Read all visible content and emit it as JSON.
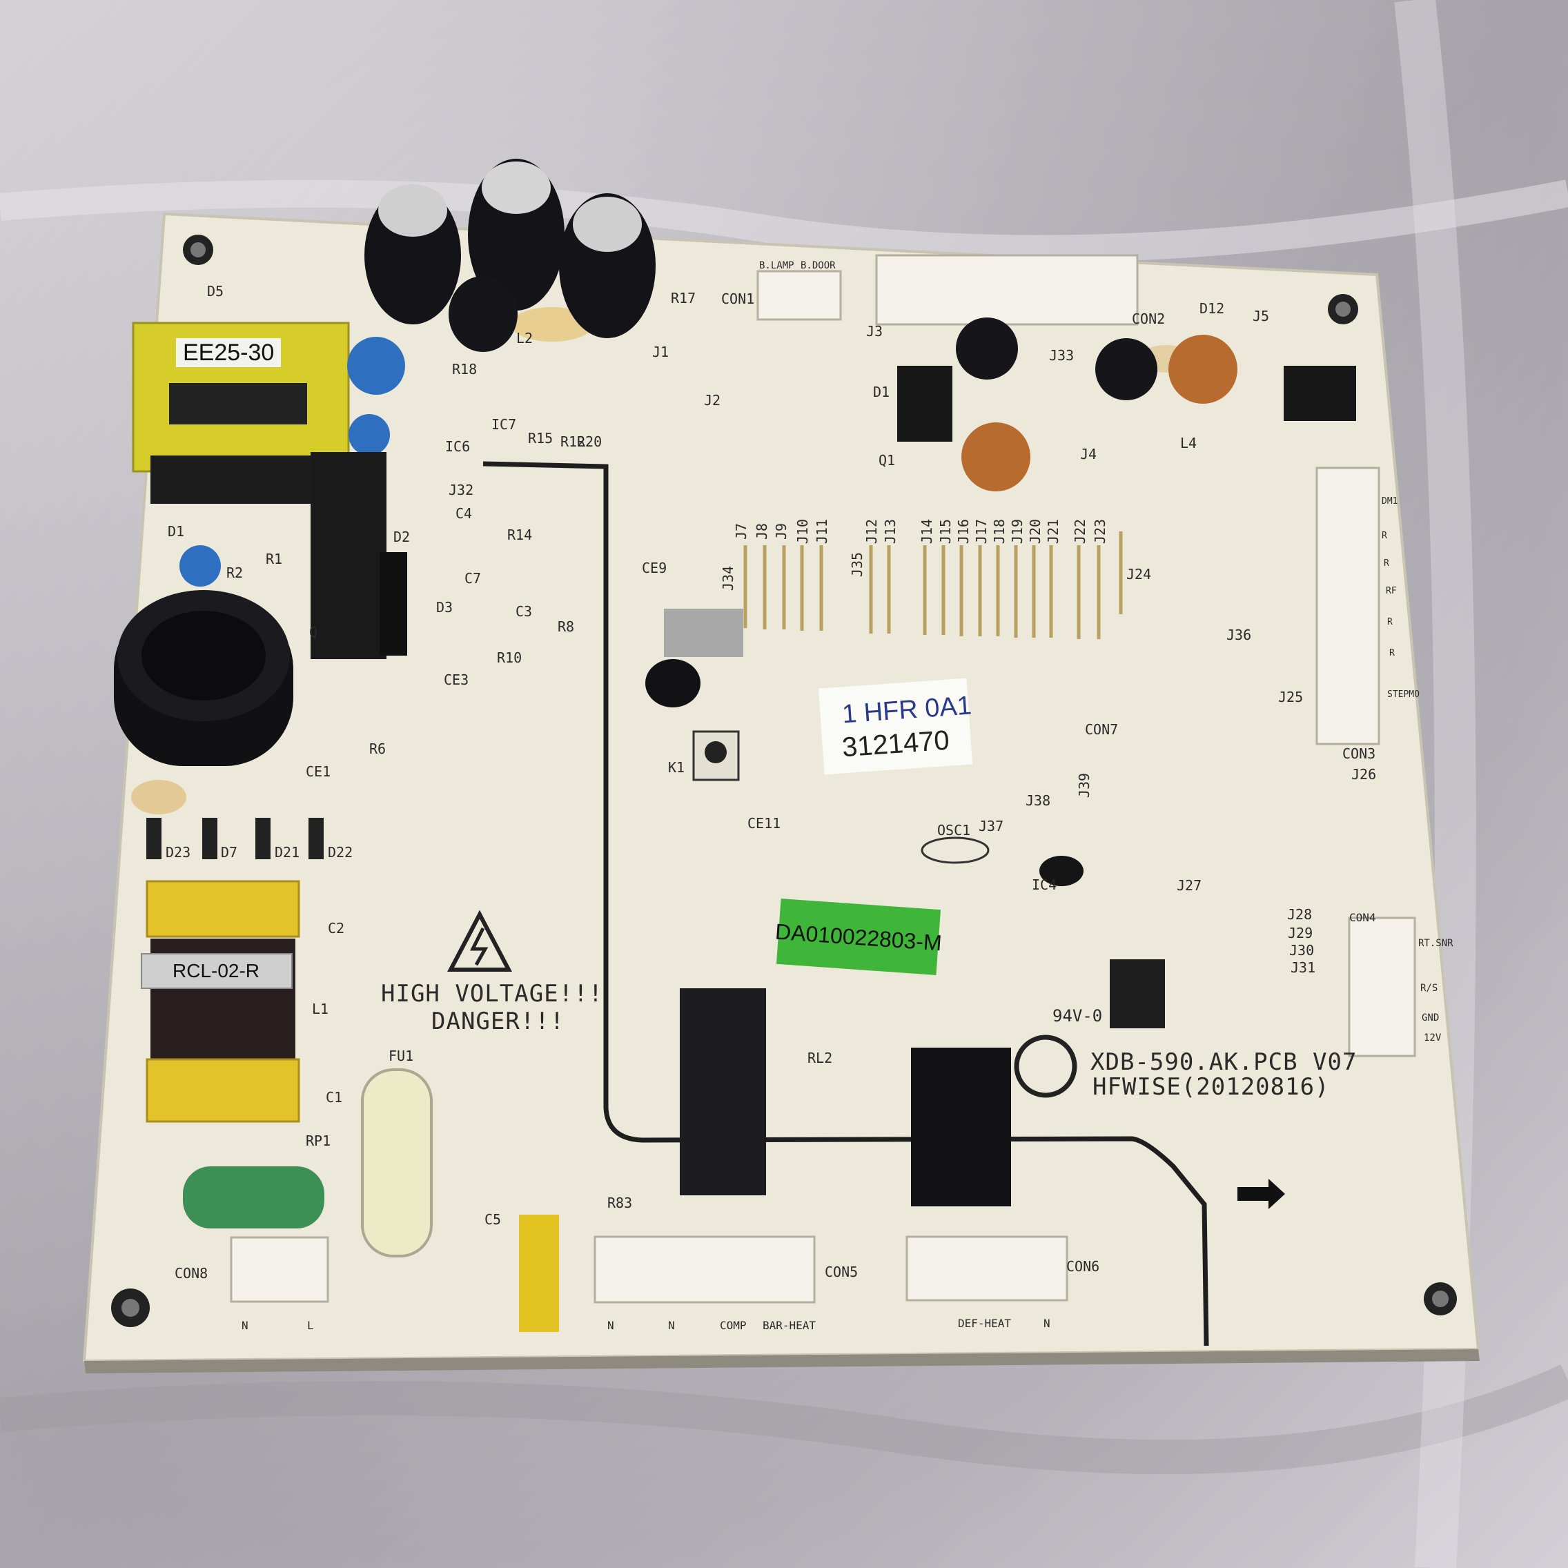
{
  "board": {
    "transformer_label": "EE25-30",
    "filter_label": "RCL-02-R",
    "part_sticker": "DA010022803-M",
    "handwritten_top": "1 HFR 0A1",
    "handwritten_serial": "3121470",
    "warning_line1": "HIGH VOLTAGE!!!",
    "warning_line2": "DANGER!!!",
    "pcb_model": "XDB-590.AK.PCB V07",
    "pcb_maker": "HFWISE(20120816)",
    "flammability": "94V-0"
  },
  "silkscreen": {
    "top_left": [
      "D5",
      "IC6",
      "D1",
      "R1",
      "R2",
      "D2",
      "C4",
      "R14",
      "J32",
      "C7",
      "C3",
      "D3",
      "R8",
      "R10",
      "CE3",
      "Q",
      "R6",
      "CE1",
      "R18",
      "IC7",
      "R15",
      "R12",
      "R20",
      "L2",
      "R17",
      "J1",
      "J2"
    ],
    "diodes_row": [
      "D23",
      "D7",
      "D21",
      "D22"
    ],
    "power": [
      "C2",
      "L1",
      "C1",
      "RP1",
      "FU1",
      "CON8",
      "C5",
      "R83"
    ],
    "top_right": [
      "B.LAMP",
      "B.DOOR",
      "CON1",
      "J3",
      "CON2",
      "D12",
      "J5",
      "J33",
      "D1",
      "Q1",
      "L4",
      "J4"
    ],
    "jumpers": [
      "J7",
      "J8",
      "J9",
      "J10",
      "J11",
      "J12",
      "J13",
      "J14",
      "J15",
      "J16",
      "J17",
      "J18",
      "J19",
      "J20",
      "J21",
      "J22",
      "J23",
      "J24",
      "J34",
      "J35"
    ],
    "mid": [
      "CE9",
      "K1",
      "CE11",
      "J36",
      "J25",
      "CON3",
      "J26",
      "CON7",
      "J38",
      "J39",
      "J37",
      "OSC1",
      "IC4",
      "J27",
      "J28",
      "J29",
      "J30",
      "J31",
      "CON4",
      "RL2",
      "CON5",
      "CON6"
    ],
    "con3_pins": [
      "DM1",
      "R",
      "R",
      "RF",
      "R",
      "R",
      "STEPMO"
    ],
    "con4_pins": [
      "RT.SNR",
      "R/S",
      "GND",
      "12V"
    ],
    "con8_pins": [
      "N",
      "L"
    ],
    "con5_pins": [
      "N",
      "N",
      "COMP",
      "BAR-HEAT"
    ],
    "con6_pins": [
      "DEF-HEAT",
      "N"
    ]
  },
  "colors": {
    "board": "#ece8da",
    "trace": "#1e1e1e",
    "sticker_green": "#3fb53a",
    "transformer_yellow": "#d6cc2a"
  }
}
